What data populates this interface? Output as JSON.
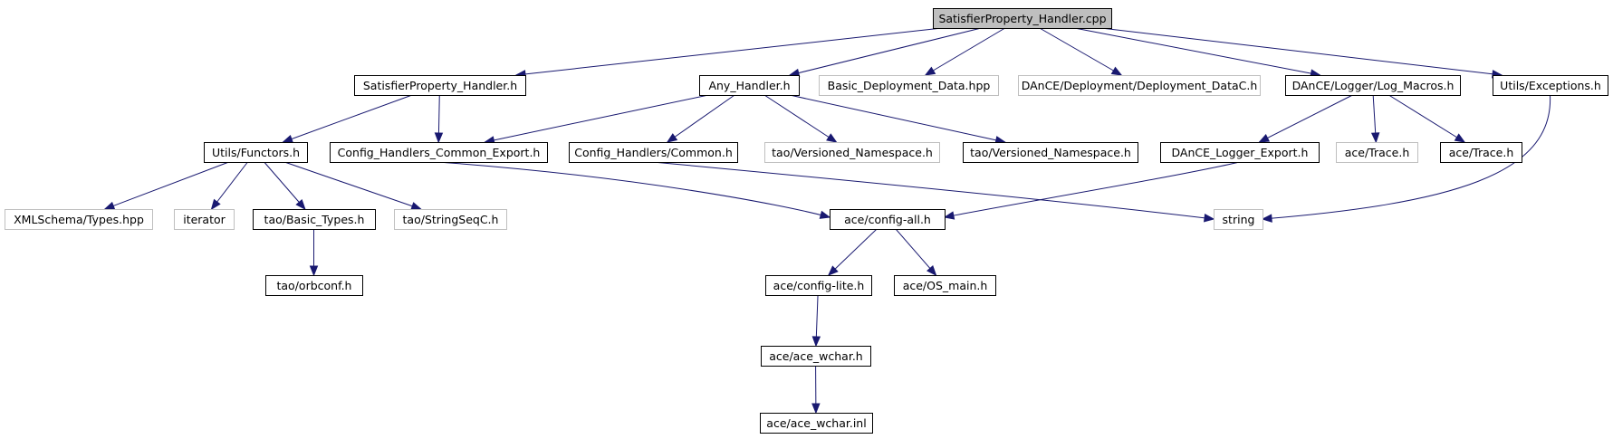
{
  "title": "",
  "colors": {
    "edge": "#191970",
    "root_fill": "#bfbfbf",
    "node_fill": "#ffffff",
    "node_border": "#000000",
    "external_border": "#bfbfbf"
  },
  "nodes": [
    {
      "id": "root",
      "label": "SatisfierProperty_Handler.cpp",
      "kind": "root"
    },
    {
      "id": "sph_h",
      "label": "SatisfierProperty_Handler.h",
      "kind": "documented"
    },
    {
      "id": "any_h",
      "label": "Any_Handler.h",
      "kind": "documented"
    },
    {
      "id": "bdd",
      "label": "Basic_Deployment_Data.hpp",
      "kind": "external"
    },
    {
      "id": "ddc",
      "label": "DAnCE/Deployment/Deployment_DataC.h",
      "kind": "external"
    },
    {
      "id": "logm",
      "label": "DAnCE/Logger/Log_Macros.h",
      "kind": "documented"
    },
    {
      "id": "uexc",
      "label": "Utils/Exceptions.h",
      "kind": "documented"
    },
    {
      "id": "ufun",
      "label": "Utils/Functors.h",
      "kind": "documented"
    },
    {
      "id": "chce",
      "label": "Config_Handlers_Common_Export.h",
      "kind": "documented"
    },
    {
      "id": "chc",
      "label": "Config_Handlers/Common.h",
      "kind": "documented"
    },
    {
      "id": "tvn1",
      "label": "tao/Versioned_Namespace.h",
      "kind": "external"
    },
    {
      "id": "tvn2",
      "label": "tao/Versioned_Namespace.h",
      "kind": "documented"
    },
    {
      "id": "dle",
      "label": "DAnCE_Logger_Export.h",
      "kind": "documented"
    },
    {
      "id": "at1",
      "label": "ace/Trace.h",
      "kind": "external"
    },
    {
      "id": "at2",
      "label": "ace/Trace.h",
      "kind": "documented"
    },
    {
      "id": "xst",
      "label": "XMLSchema/Types.hpp",
      "kind": "external"
    },
    {
      "id": "iter",
      "label": "iterator",
      "kind": "external"
    },
    {
      "id": "tbt",
      "label": "tao/Basic_Types.h",
      "kind": "documented"
    },
    {
      "id": "tssc",
      "label": "tao/StringSeqC.h",
      "kind": "external"
    },
    {
      "id": "aca",
      "label": "ace/config-all.h",
      "kind": "documented"
    },
    {
      "id": "str",
      "label": "string",
      "kind": "external"
    },
    {
      "id": "torb",
      "label": "tao/orbconf.h",
      "kind": "documented"
    },
    {
      "id": "acl",
      "label": "ace/config-lite.h",
      "kind": "documented"
    },
    {
      "id": "aosm",
      "label": "ace/OS_main.h",
      "kind": "documented"
    },
    {
      "id": "awc",
      "label": "ace/ace_wchar.h",
      "kind": "documented"
    },
    {
      "id": "awci",
      "label": "ace/ace_wchar.inl",
      "kind": "documented"
    }
  ],
  "edges": [
    {
      "from": "root",
      "to": "sph_h"
    },
    {
      "from": "root",
      "to": "any_h"
    },
    {
      "from": "root",
      "to": "bdd"
    },
    {
      "from": "root",
      "to": "ddc"
    },
    {
      "from": "root",
      "to": "logm"
    },
    {
      "from": "root",
      "to": "uexc"
    },
    {
      "from": "sph_h",
      "to": "ufun"
    },
    {
      "from": "sph_h",
      "to": "chce"
    },
    {
      "from": "any_h",
      "to": "chce"
    },
    {
      "from": "any_h",
      "to": "chc"
    },
    {
      "from": "any_h",
      "to": "tvn1"
    },
    {
      "from": "any_h",
      "to": "tvn2"
    },
    {
      "from": "logm",
      "to": "dle"
    },
    {
      "from": "logm",
      "to": "at1"
    },
    {
      "from": "logm",
      "to": "at2"
    },
    {
      "from": "uexc",
      "to": "str"
    },
    {
      "from": "ufun",
      "to": "xst"
    },
    {
      "from": "ufun",
      "to": "iter"
    },
    {
      "from": "ufun",
      "to": "tbt"
    },
    {
      "from": "ufun",
      "to": "tssc"
    },
    {
      "from": "chce",
      "to": "aca"
    },
    {
      "from": "chc",
      "to": "str"
    },
    {
      "from": "dle",
      "to": "aca"
    },
    {
      "from": "tbt",
      "to": "torb"
    },
    {
      "from": "aca",
      "to": "acl"
    },
    {
      "from": "aca",
      "to": "aosm"
    },
    {
      "from": "acl",
      "to": "awc"
    },
    {
      "from": "awc",
      "to": "awci"
    }
  ]
}
